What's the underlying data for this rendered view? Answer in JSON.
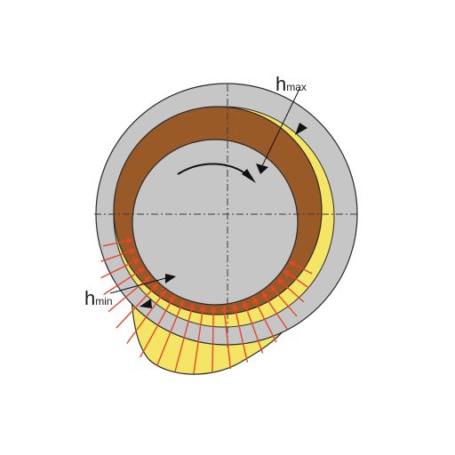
{
  "labels": {
    "h_max": {
      "main": "h",
      "sub": "max"
    },
    "h_min": {
      "main": "h",
      "sub": "min"
    }
  },
  "icons": {
    "rotation": "curved-rotation-arrow-icon",
    "pressure": "pressure-arrow-icon"
  },
  "colors": {
    "housing": "#c6c6c6",
    "bearing_shell": "#9a5a28",
    "shaft": "#c6c6c6",
    "oil_film": "#f4e564",
    "pressure_arrows": "#e8452a",
    "outline": "#2a2a2a"
  }
}
